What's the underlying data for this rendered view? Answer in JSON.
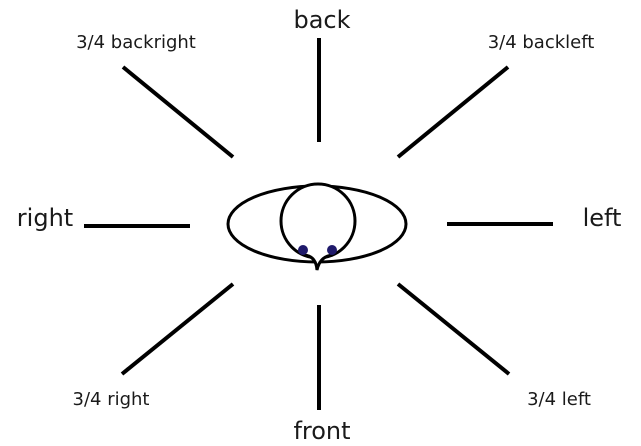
{
  "labels": {
    "back": "back",
    "front": "front",
    "left": "left",
    "right": "right",
    "three_quarter_backright": "3/4 backright",
    "three_quarter_backleft": "3/4 backleft",
    "three_quarter_right": "3/4 right",
    "three_quarter_left": "3/4 left"
  },
  "colors": {
    "line": "#000000",
    "text": "#1a1a1a",
    "eye": "#1f1a6b",
    "background": "#ffffff"
  }
}
